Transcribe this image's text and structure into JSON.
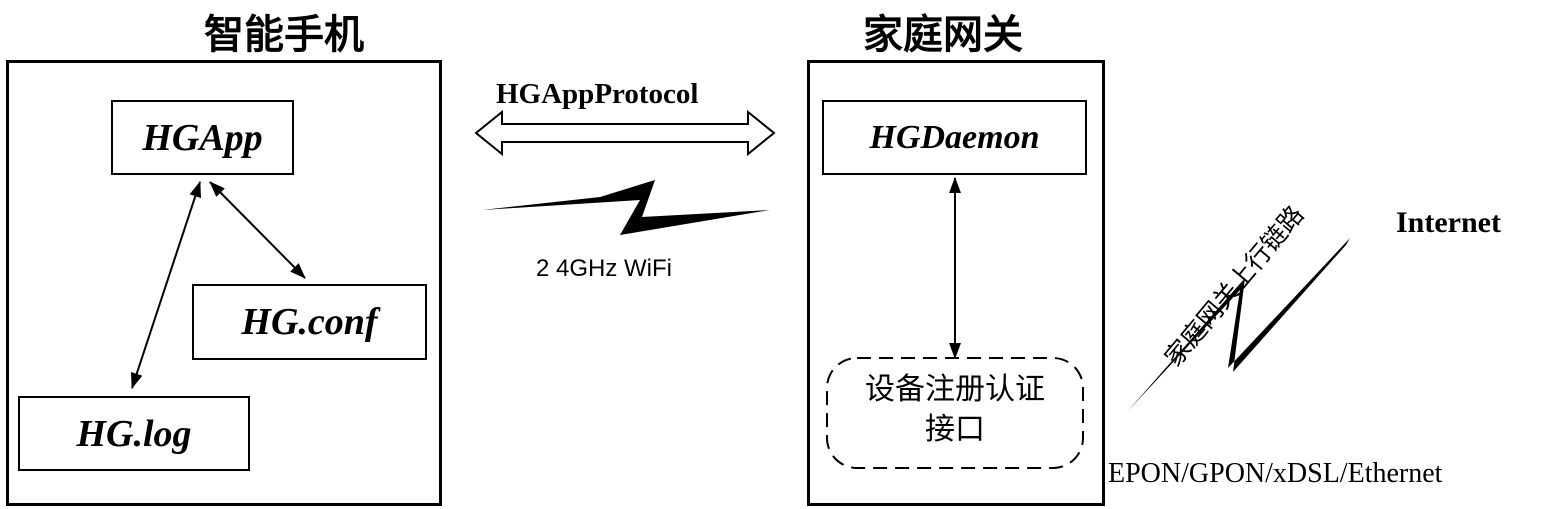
{
  "phone": {
    "title": "智能手机",
    "hgapp": "HGApp",
    "hgconf": "HG.conf",
    "hglog": "HG.log"
  },
  "gateway": {
    "title": "家庭网关",
    "daemon": "HGDaemon",
    "interface_line1": "设备注册认证",
    "interface_line2": "接口"
  },
  "link": {
    "protocol": "HGAppProtocol",
    "wifi": "2 4GHz WiFi"
  },
  "uplink": {
    "internet": "Internet",
    "link_label": "家庭网关上行链路",
    "access_types": "EPON/GPON/xDSL/Ethernet"
  }
}
